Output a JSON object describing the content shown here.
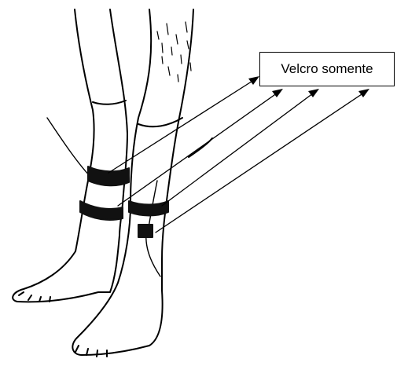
{
  "callout": {
    "label": "Velcro somente",
    "arrow_count": 4
  },
  "colors": {
    "ink": "#000000",
    "background": "#ffffff",
    "strap": "#111111"
  },
  "figure": {
    "subject": "legs-with-velcro-straps-illustration"
  }
}
